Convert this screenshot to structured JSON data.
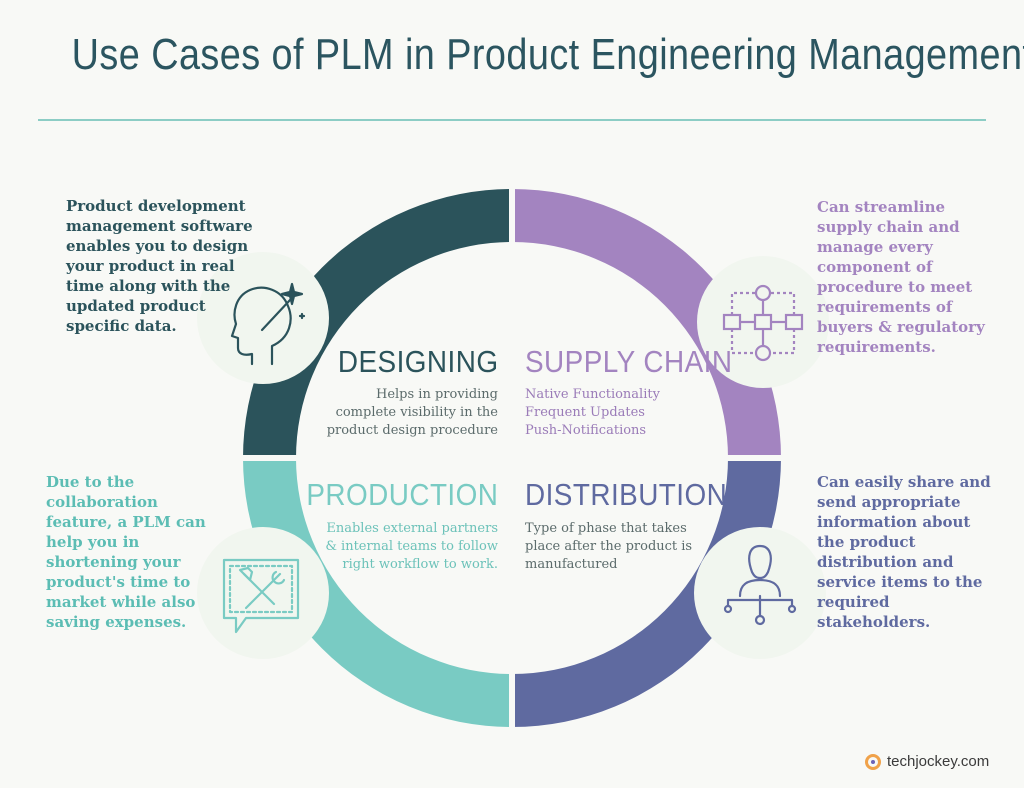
{
  "title": "Use Cases of PLM in Product Engineering Management",
  "colors": {
    "designing": "#2b535b",
    "supply_chain": "#a384c0",
    "production": "#79cbc3",
    "distribution": "#5f6aa0",
    "title": "#2b5560",
    "circle_bg": "#f1f6ef"
  },
  "quadrants": {
    "designing": {
      "heading": "DESIGNING",
      "lines": [
        "Helps in providing",
        "complete visibility in the",
        "product design procedure"
      ],
      "corner_text": "Product development management software enables you to design your product in real time along with the updated product specific data.",
      "icon": "head-with-sparkle-icon"
    },
    "supply_chain": {
      "heading": "SUPPLY CHAIN",
      "lines": [
        "Native Functionality",
        "Frequent Updates",
        "Push-Notifications"
      ],
      "corner_text": "Can streamline supply chain and manage every component of procedure to meet requirements of buyers & regulatory requirements.",
      "icon": "flowchart-icon"
    },
    "production": {
      "heading": "PRODUCTION",
      "lines": [
        "Enables external partners",
        "& internal teams to follow",
        "right workflow to work."
      ],
      "corner_text": "Due to the collaboration feature, a PLM can help you in shortening your product's time to market while also saving expenses.",
      "icon": "wrench-screwdriver-icon"
    },
    "distribution": {
      "heading": "DISTRIBUTION",
      "lines": [
        "Type of phase that takes",
        "place after the product is",
        "manufactured"
      ],
      "corner_text": "Can easily share and send appropriate information about the product distribution and service items to the required stakeholders.",
      "icon": "person-network-icon"
    }
  },
  "brand": "techjockey.com"
}
